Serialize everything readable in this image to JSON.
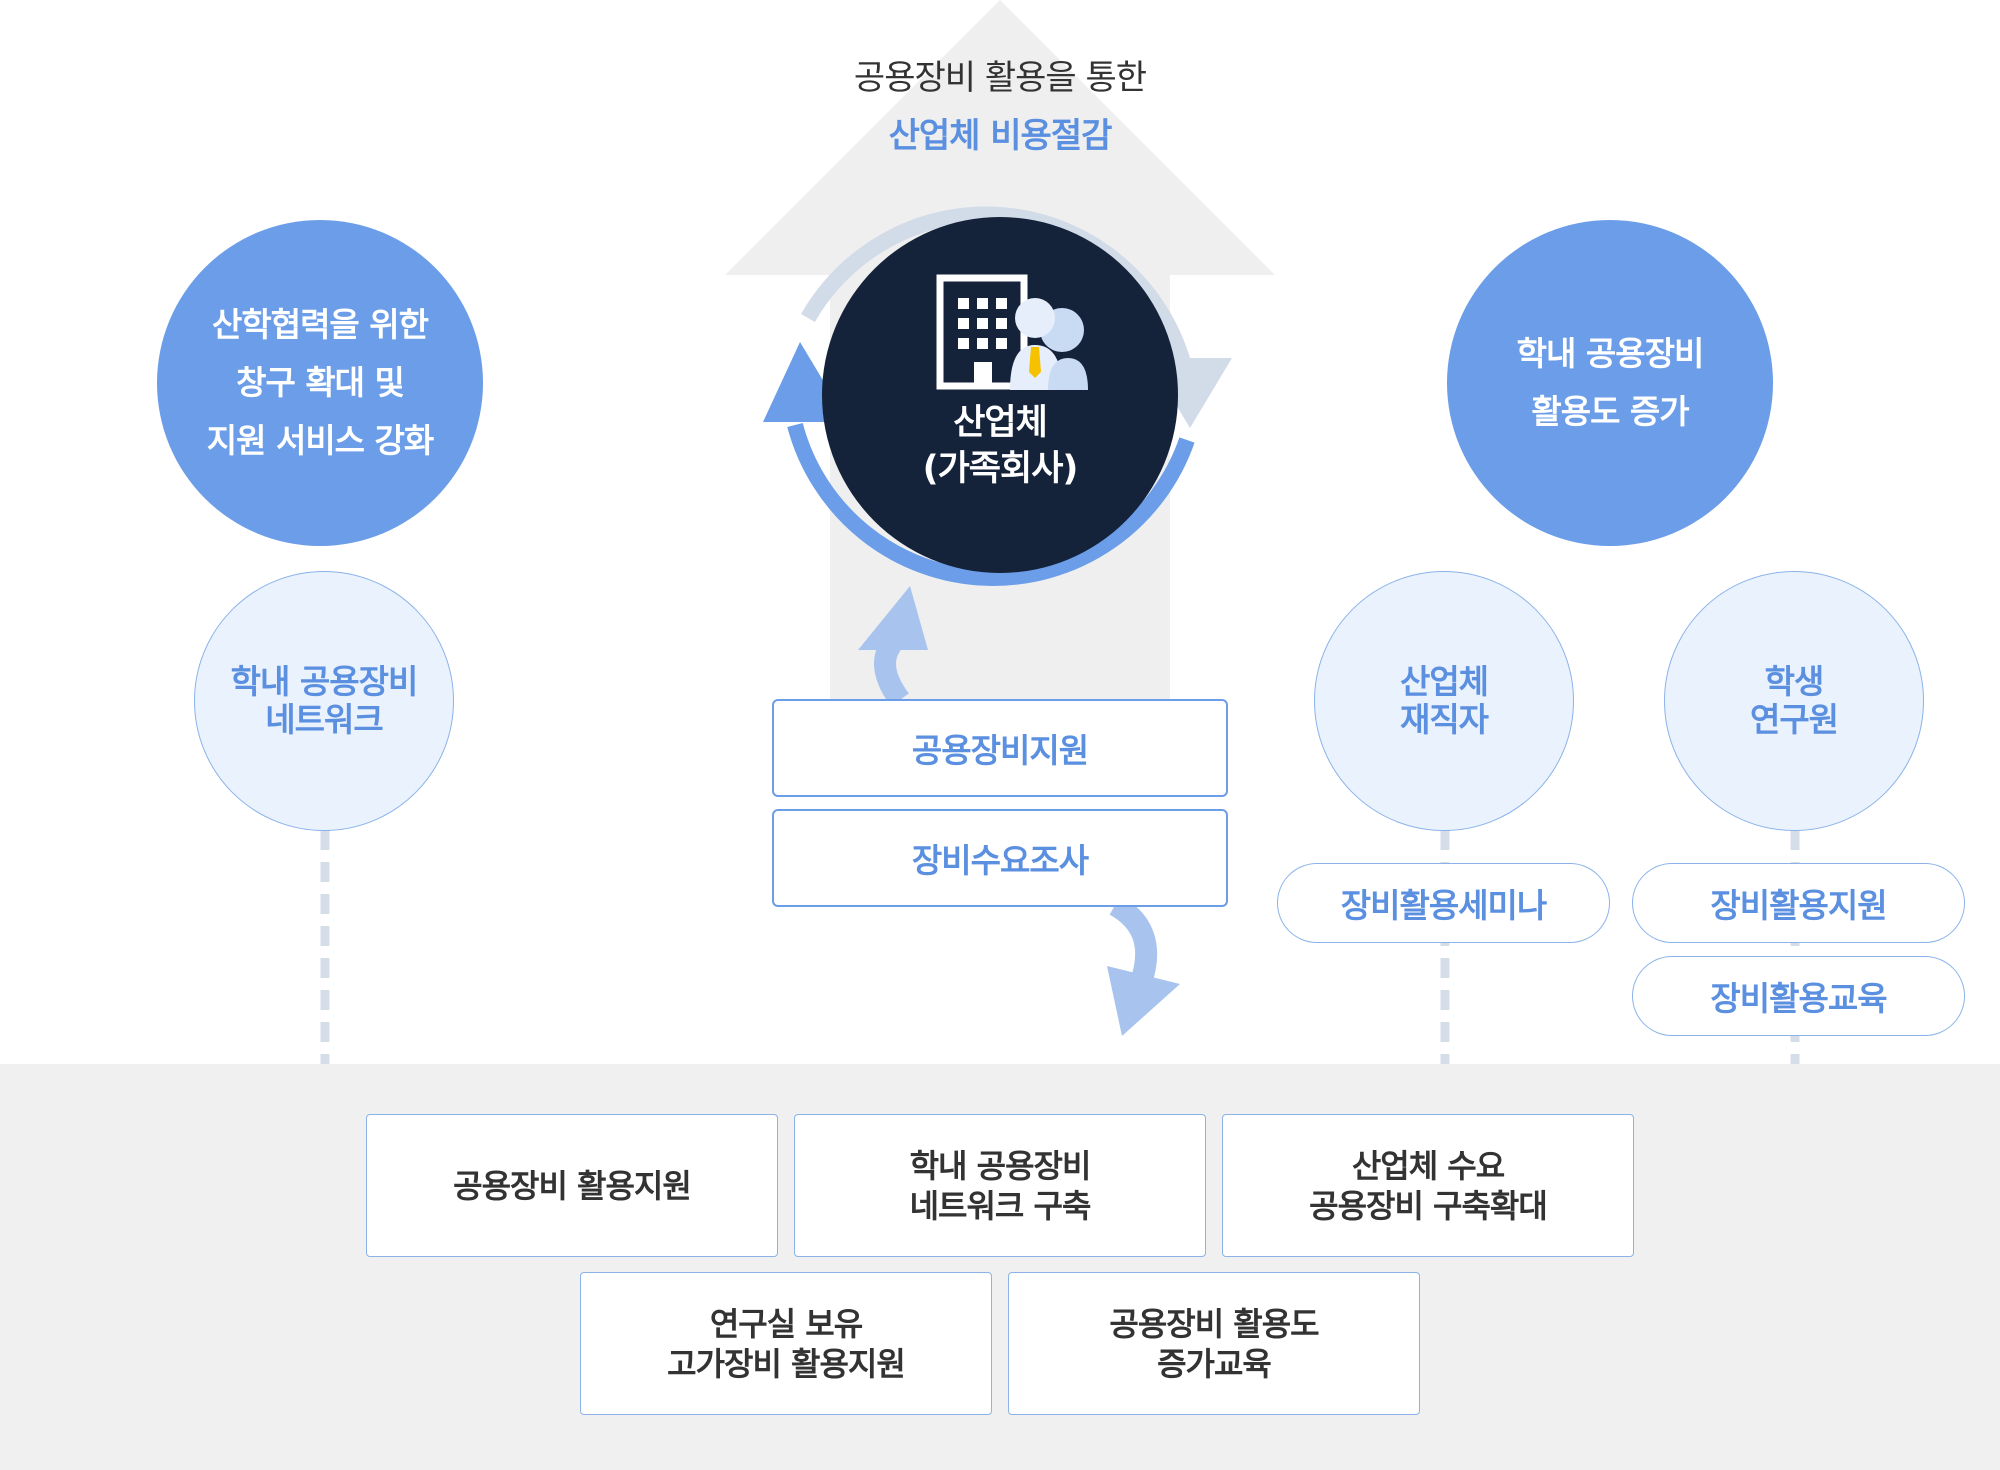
{
  "header": {
    "line1": "공용장비 활용을 통한",
    "line2": "산업체 비용절감"
  },
  "center": {
    "label": "산업체\n(가족회사)",
    "icon": "building-person-icon"
  },
  "left_big_circle": "산학협력을 위한\n창구 확대 및\n지원 서비스 강화",
  "right_big_circle": "학내 공용장비\n활용도 증가",
  "left_small_circle": "학내 공용장비\n네트워크",
  "mid_small_circle": "산업체\n재직자",
  "right_small_circle": "학생\n연구원",
  "center_boxes": [
    "공용장비지원",
    "장비수요조사"
  ],
  "pills": {
    "seminar": "장비활용세미나",
    "support": "장비활용지원",
    "education": "장비활용교육"
  },
  "bottom_boxes": [
    "공용장비 활용지원",
    "학내 공용장비\n네트워크 구축",
    "산업체 수요\n공용장비 구축확대",
    "연구실 보유\n고가장비 활용지원",
    "공용장비 활용도\n증가교육"
  ],
  "colors": {
    "accent_blue": "#6b9de8",
    "dark_navy": "#14223a",
    "light_blue_fill": "#eaf2fd",
    "panel_gray": "#f0f0f0"
  }
}
